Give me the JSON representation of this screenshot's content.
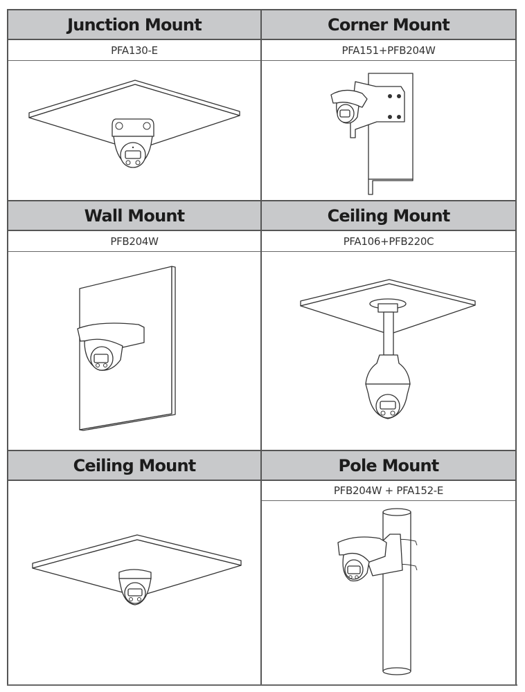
{
  "table": {
    "cells": [
      {
        "title": "Junction Mount",
        "model": "PFA130-E",
        "illustration": "junction-mount-illustration"
      },
      {
        "title": "Corner Mount",
        "model": "PFA151+PFB204W",
        "illustration": "corner-mount-illustration"
      },
      {
        "title": "Wall Mount",
        "model": "PFB204W",
        "illustration": "wall-mount-illustration"
      },
      {
        "title": "Ceiling Mount",
        "model": "PFA106+PFB220C",
        "illustration": "ceiling-pendant-mount-illustration"
      },
      {
        "title": "Ceiling Mount",
        "model": "",
        "illustration": "ceiling-mount-illustration"
      },
      {
        "title": "Pole Mount",
        "model": "PFB204W + PFA152-E",
        "illustration": "pole-mount-illustration"
      }
    ]
  },
  "colors": {
    "header_bg": "#c8c9cb",
    "border": "#555555",
    "text": "#1c1c1c"
  }
}
